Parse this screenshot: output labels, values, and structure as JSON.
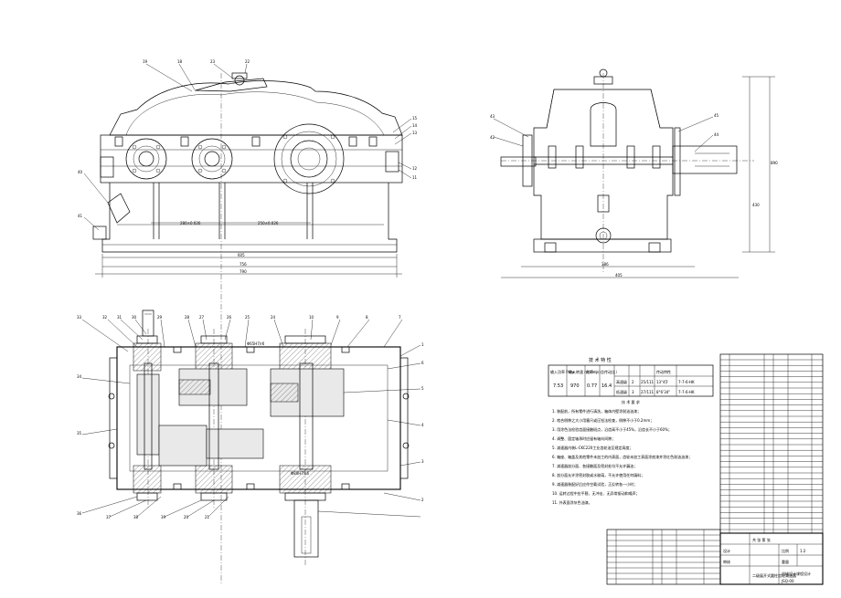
{
  "tech_spec": {
    "title": "技 术 特 性",
    "headers": [
      "输入功率 P/kw",
      "输入转速 n/(r/min)",
      "效率 η",
      "总传动比 i",
      "传动特性"
    ],
    "sub_headers": [
      "级别",
      "m",
      "z",
      "β",
      "精度等级"
    ],
    "values": [
      "7.53",
      "970",
      "0.77",
      "16.4"
    ],
    "rows": [
      [
        "高速级",
        "2",
        "25/111",
        "13°45'",
        "7-7-6-HK"
      ],
      [
        "低速级",
        "3",
        "27/111",
        "8°6'34\"",
        "7-7-6-HK"
      ]
    ]
  },
  "tech_req": {
    "title": "技 术 要 求",
    "lines": [
      "1. 装配前，所有零件进行清洗，箱体内壁涂耐油油漆；",
      "2. 啮合侧隙之大小用塞尺或压铅法检查，侧隙不小于0.2mm；",
      "3. 用涂色法检验齿面接触斑点，沿齿高不小于45%，沿齿长不小于60%；",
      "4. 调整、固定轴承时应留有轴向间隙；",
      "5. 减速器内装L-CKC220工业齿轮油至规定高度；",
      "6. 箱座、箱盖及其他零件未加工的内表面，齿轮未加工表面涂底漆并涂红色耐油油漆；",
      "7. 减速器剖分面、各接触面及密封处均不允许漏油；",
      "8. 剖分面允许涂密封胶或水玻璃，不允许使用任何填料；",
      "9. 减速器装配好后应作空载试验，正反转各一小时；",
      "10. 运转过程中应平稳、无冲击、无异常振动和噪声；",
      "11. 外表面涂灰色油漆。"
    ]
  },
  "title_block": {
    "name": "二级展开式圆柱齿轮减速器",
    "school": "机械设计课程设计",
    "scale_label": "比例",
    "scale": "1:2",
    "weight_label": "重量",
    "sheet_label": "共 张 第 张",
    "designer": "设计",
    "checker": "审核",
    "drawing_no": "JSQ-00"
  }
}
